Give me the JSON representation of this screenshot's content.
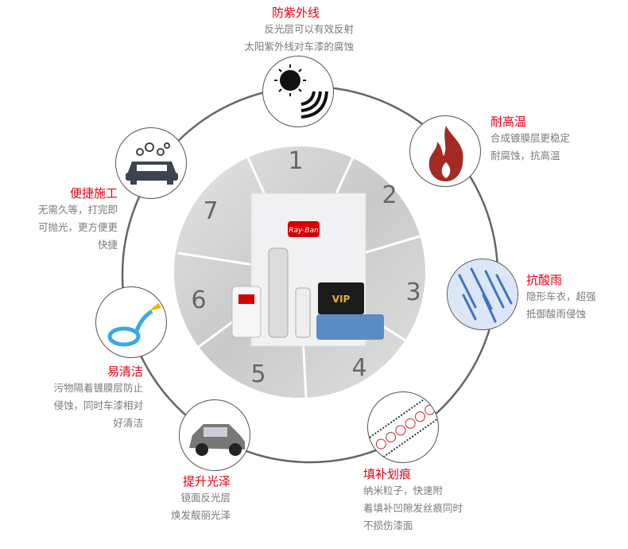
{
  "features": [
    {
      "num": "1",
      "title": "防紫外线",
      "desc": [
        "反光层可以有效反射",
        "太阳紫外线对车漆的腐蚀"
      ],
      "icon": "sun-uv-icon"
    },
    {
      "num": "2",
      "title": "耐高温",
      "desc": [
        "合成镀膜层更稳定",
        "耐腐蚀，抗高温"
      ],
      "icon": "flame-icon"
    },
    {
      "num": "3",
      "title": "抗酸雨",
      "desc": [
        "隐形车衣，超强",
        "抵御酸雨侵蚀"
      ],
      "icon": "rain-icon"
    },
    {
      "num": "4",
      "title": "填补划痕",
      "desc": [
        "纳米粒子，快速附",
        "着填补凹隙发丝痕同时",
        "不损伤漆面"
      ],
      "icon": "nanotube-icon"
    },
    {
      "num": "5",
      "title": "提升光泽",
      "desc": [
        "镜面反光层",
        "焕发靓丽光泽"
      ],
      "icon": "car-icon"
    },
    {
      "num": "6",
      "title": "易清洁",
      "desc": [
        "污物隔着镀膜层防止",
        "侵蚀，同时车漆相对",
        "好清洁"
      ],
      "icon": "water-hose-icon"
    },
    {
      "num": "7",
      "title": "便捷施工",
      "desc": [
        "无需久等，打完即",
        "可抛光，更方便更",
        "快捷"
      ],
      "icon": "car-wash-icon"
    }
  ],
  "product": {
    "brand": "Ray-Ban",
    "subtitle": "Professional Automotive Beauty Care Experts",
    "card": "VIP"
  },
  "colors": {
    "title": "#e60012",
    "desc": "#7a7a7a",
    "flame": "#a52a24"
  }
}
